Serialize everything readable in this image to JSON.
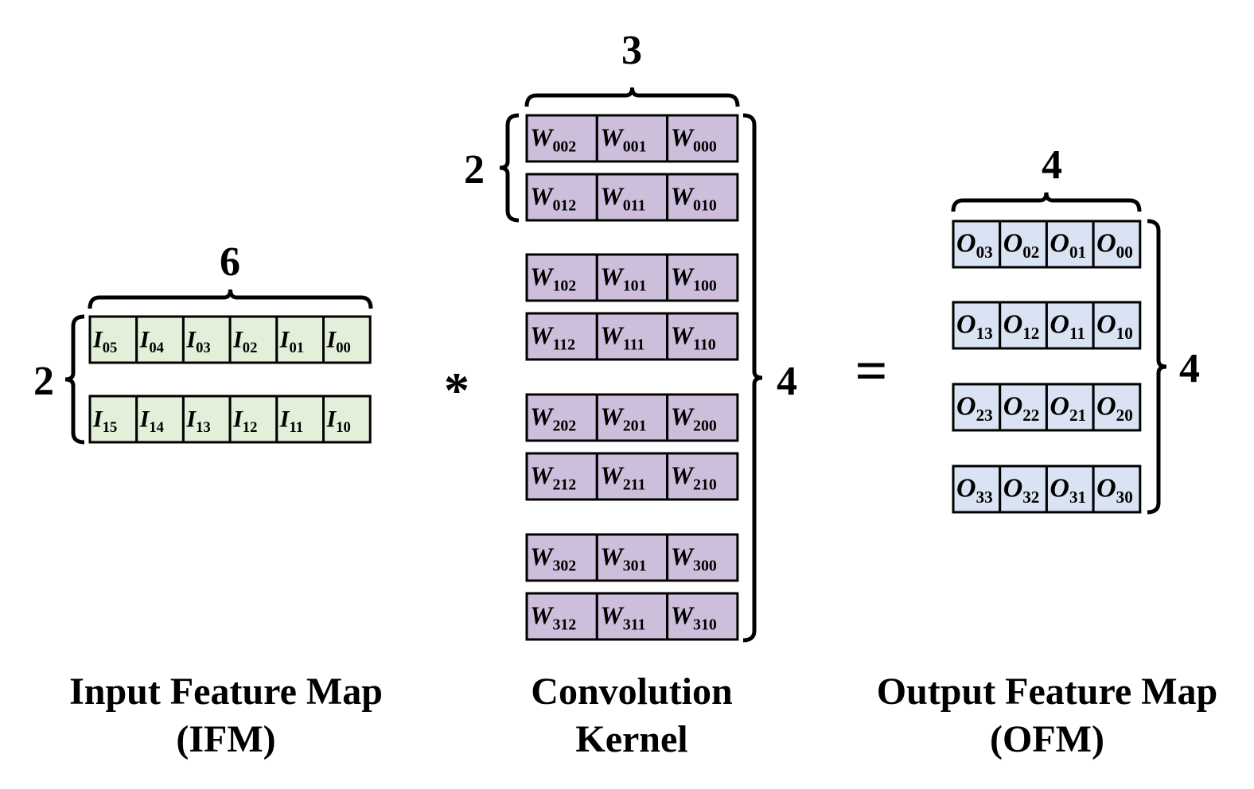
{
  "colors": {
    "ifm_fill": "#e2efd9",
    "kernel_fill": "#cdbfdb",
    "ofm_fill": "#dae3f3",
    "stroke": "#000000"
  },
  "operators": {
    "convolve": "*",
    "equals": "="
  },
  "ifm": {
    "symbol": "I",
    "width_label": "6",
    "height_label": "2",
    "rows": [
      [
        "05",
        "04",
        "03",
        "02",
        "01",
        "00"
      ],
      [
        "15",
        "14",
        "13",
        "12",
        "11",
        "10"
      ]
    ],
    "caption_line1": "Input Feature Map",
    "caption_line2": "(IFM)"
  },
  "kernel": {
    "symbol": "W",
    "width_label": "3",
    "height_label": "2",
    "count_label": "4",
    "groups": [
      [
        [
          "002",
          "001",
          "000"
        ],
        [
          "012",
          "011",
          "010"
        ]
      ],
      [
        [
          "102",
          "101",
          "100"
        ],
        [
          "112",
          "111",
          "110"
        ]
      ],
      [
        [
          "202",
          "201",
          "200"
        ],
        [
          "212",
          "211",
          "210"
        ]
      ],
      [
        [
          "302",
          "301",
          "300"
        ],
        [
          "312",
          "311",
          "310"
        ]
      ]
    ],
    "caption_line1": "Convolution",
    "caption_line2": "Kernel"
  },
  "ofm": {
    "symbol": "O",
    "width_label": "4",
    "height_label": "4",
    "rows": [
      [
        "03",
        "02",
        "01",
        "00"
      ],
      [
        "13",
        "12",
        "11",
        "10"
      ],
      [
        "23",
        "22",
        "21",
        "20"
      ],
      [
        "33",
        "32",
        "31",
        "30"
      ]
    ],
    "caption_line1": "Output Feature Map",
    "caption_line2": "(OFM)"
  }
}
